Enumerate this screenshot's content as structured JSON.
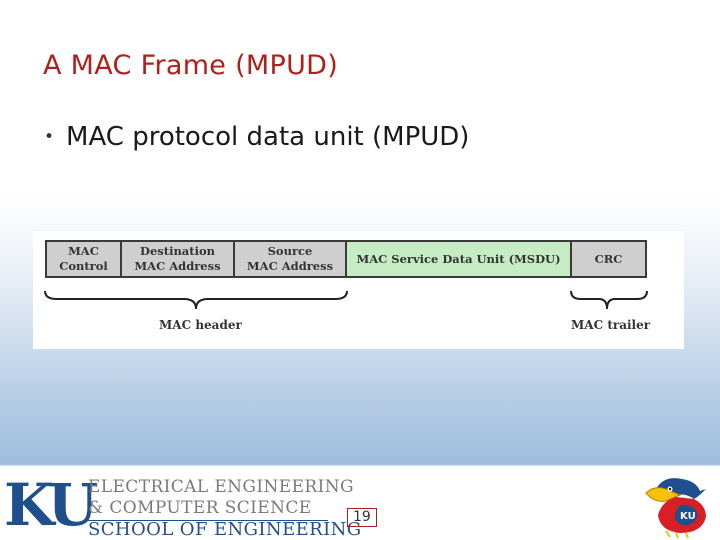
{
  "slide": {
    "title": "A MAC Frame (MPUD)",
    "bullet": "MAC protocol data unit (MPUD)"
  },
  "figure": {
    "fields": [
      {
        "label": "MAC\nControl"
      },
      {
        "label": "Destination\nMAC Address"
      },
      {
        "label": "Source\nMAC Address"
      },
      {
        "label": "MAC Service Data Unit (MSDU)"
      },
      {
        "label": "CRC"
      }
    ],
    "header_label": "MAC header",
    "trailer_label": "MAC trailer"
  },
  "footer": {
    "logo_text": "KU",
    "dept_line1": "ELECTRICAL ENGINEERING",
    "dept_line2": "& COMPUTER SCIENCE",
    "dept_line3": "SCHOOL OF ENGINEERING",
    "page_number": "19"
  },
  "colors": {
    "title": "#b01f1a",
    "field_gray": "#cfcfcf",
    "field_green": "#c6ecc4",
    "ku_blue": "#1f4f8c"
  }
}
